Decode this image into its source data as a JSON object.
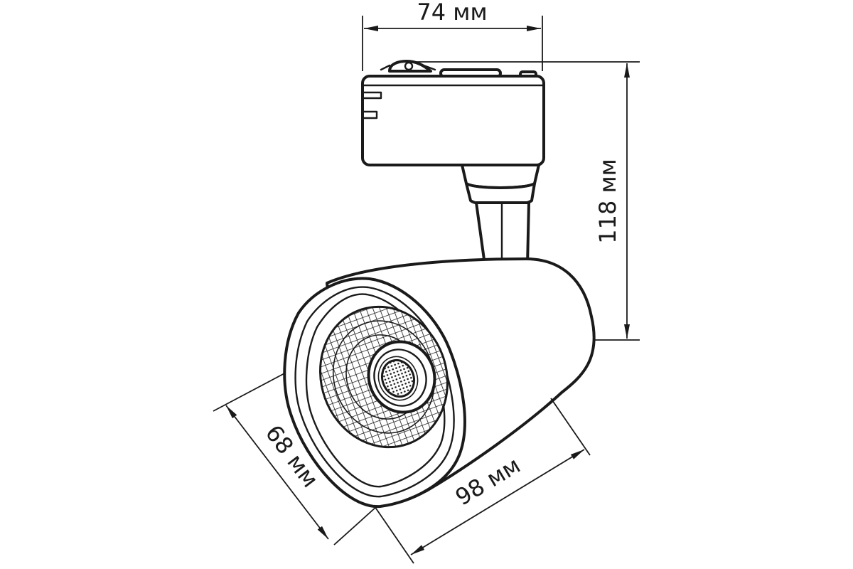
{
  "dimensions": {
    "width_top": "74 мм",
    "height": "118 мм",
    "lens_diameter": "68 мм",
    "head_length": "98 мм"
  },
  "colors": {
    "line": "#1a1a1a",
    "background": "#ffffff"
  }
}
